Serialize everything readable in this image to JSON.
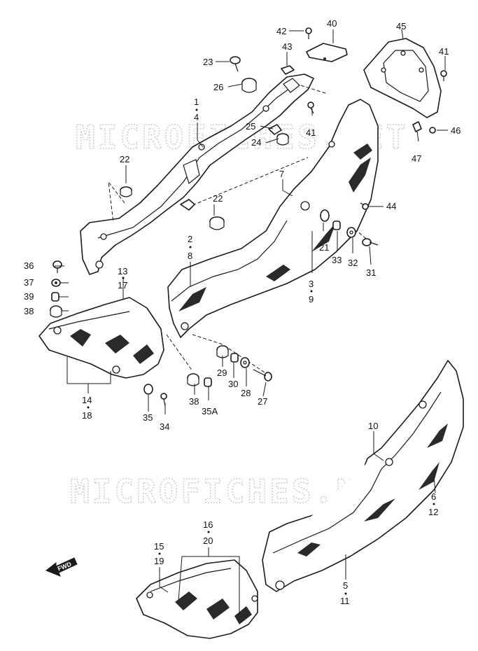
{
  "watermark": "MICROFICHES.NET",
  "direction_badge": "FWD",
  "callouts": {
    "c1": "1",
    "c4": "4",
    "c22a": "22",
    "c22b": "22",
    "c23": "23",
    "c26": "26",
    "c25": "25",
    "c24": "24",
    "c42": "42",
    "c40": "40",
    "c43": "43",
    "c45": "45",
    "c41a": "41",
    "c41b": "41",
    "c46": "46",
    "c47": "47",
    "c7": "7",
    "c44": "44",
    "c21": "21",
    "c33": "33",
    "c32": "32",
    "c31": "31",
    "c3": "3",
    "c9": "9",
    "c2": "2",
    "c8": "8",
    "c36": "36",
    "c37": "37",
    "c39": "39",
    "c38a": "38",
    "c13": "13",
    "c17": "17",
    "c14": "14",
    "c18": "18",
    "c35": "35",
    "c34": "34",
    "c38b": "38",
    "c35a": "35A",
    "c29": "29",
    "c30": "30",
    "c28": "28",
    "c27": "27",
    "c10": "10",
    "c6": "6",
    "c12": "12",
    "c16": "16",
    "c20": "20",
    "c15": "15",
    "c19": "19",
    "c5": "5",
    "c11": "11"
  },
  "colors": {
    "ink": "#1a1a1a",
    "watermark": "#c9c9c9"
  }
}
